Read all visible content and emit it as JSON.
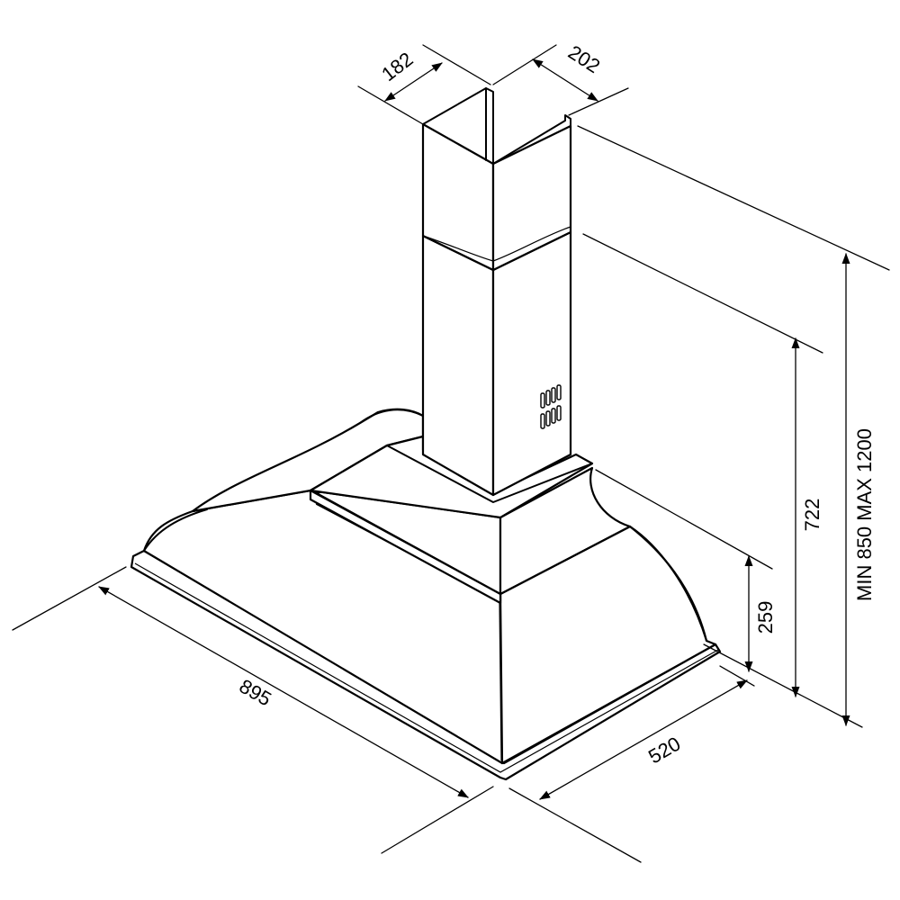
{
  "dimensions": {
    "chimney_depth": "182",
    "chimney_width": "202",
    "overall_height_range": "MIN 850 MAX 1200",
    "chimney_height": "722",
    "canopy_height": "259",
    "width": "895",
    "depth": "520"
  }
}
